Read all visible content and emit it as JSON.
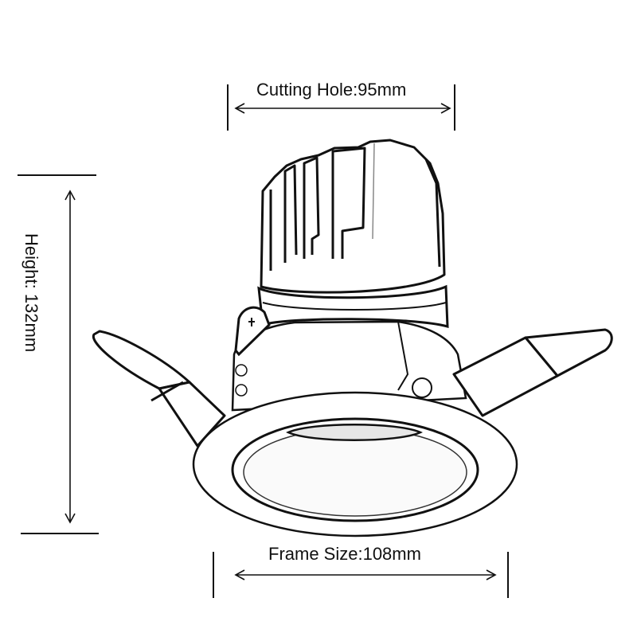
{
  "diagram": {
    "subject": "Recessed LED downlight dimension drawing",
    "dimensions": {
      "cutting_hole": {
        "label": "Cutting Hole:95mm",
        "value": 95,
        "unit": "mm"
      },
      "frame_size": {
        "label": "Frame Size:108mm",
        "value": 108,
        "unit": "mm"
      },
      "height": {
        "label": "Height: 132mm",
        "value": 132,
        "unit": "mm"
      }
    },
    "parts": [
      "heatsink-fins",
      "trim-ring",
      "spring-clip-left",
      "spring-clip-right",
      "reflector-cup",
      "adjust-screw"
    ],
    "colors": {
      "line": "#111111",
      "background": "#ffffff",
      "shade": "#e6e6e6"
    }
  }
}
